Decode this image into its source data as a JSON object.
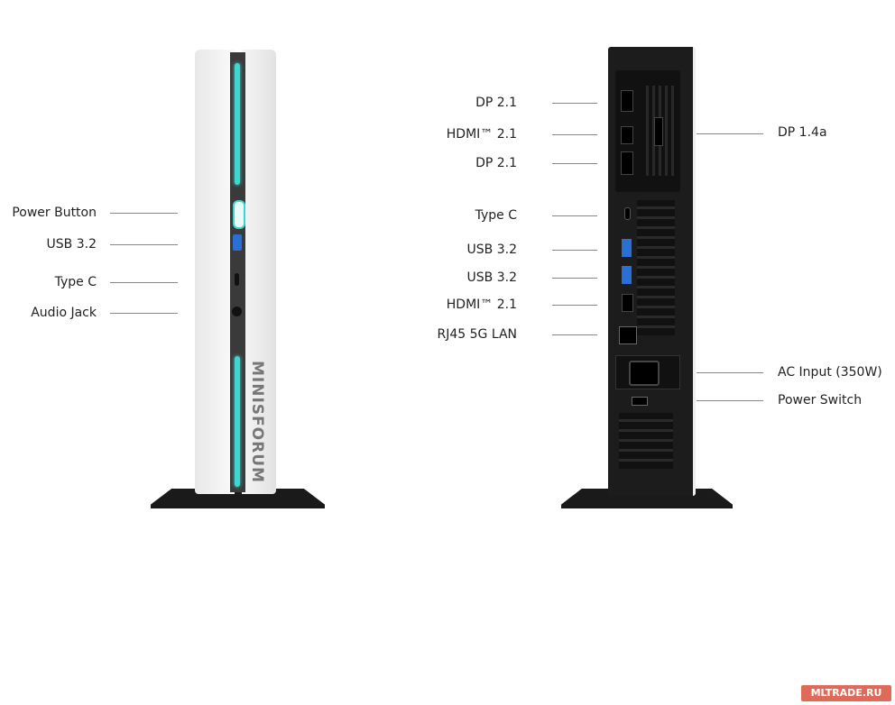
{
  "front_labels": [
    "Power Button",
    "USB 3.2",
    "Type C",
    "Audio Jack"
  ],
  "rear_left_labels": [
    "DP 2.1",
    "HDMI™ 2.1",
    "DP 2.1",
    "Type C",
    "USB 3.2",
    "USB 3.2",
    "HDMI™ 2.1",
    "RJ45 5G LAN"
  ],
  "rear_right_labels": [
    "DP 1.4a",
    "AC Input (350W)",
    "Power Switch"
  ],
  "brand": "MINISFORUM",
  "watermark": "MLTRADE.RU",
  "colors": {
    "accent_light": "#3fd6cf",
    "body_white": "#f2f2f2",
    "body_dark": "#1c1c1c",
    "usb_blue": "#2a6fd6"
  }
}
